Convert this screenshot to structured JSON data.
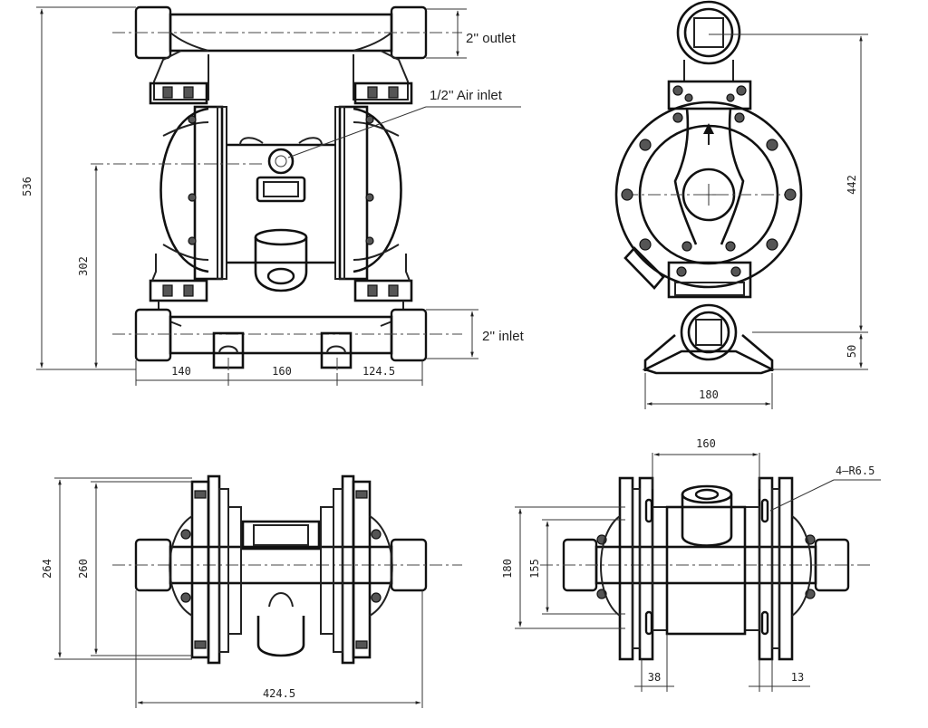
{
  "labels": {
    "outlet": "2'' outlet",
    "air_inlet": "1/2'' Air inlet",
    "inlet": "2'' inlet",
    "radius": "4—R6.5"
  },
  "dims": {
    "front_height": "536",
    "front_inlet_height": "302",
    "front_base_left": "140",
    "front_base_mid": "160",
    "front_base_right": "124.5",
    "side_height": "442",
    "side_base_height": "50",
    "side_base_width": "180",
    "top_outer": "264",
    "top_inner": "260",
    "top_length": "424.5",
    "bottom_view_top": "160",
    "bottom_view_outer": "180",
    "bottom_view_inner": "155",
    "bottom_view_38": "38",
    "bottom_view_13": "13"
  }
}
